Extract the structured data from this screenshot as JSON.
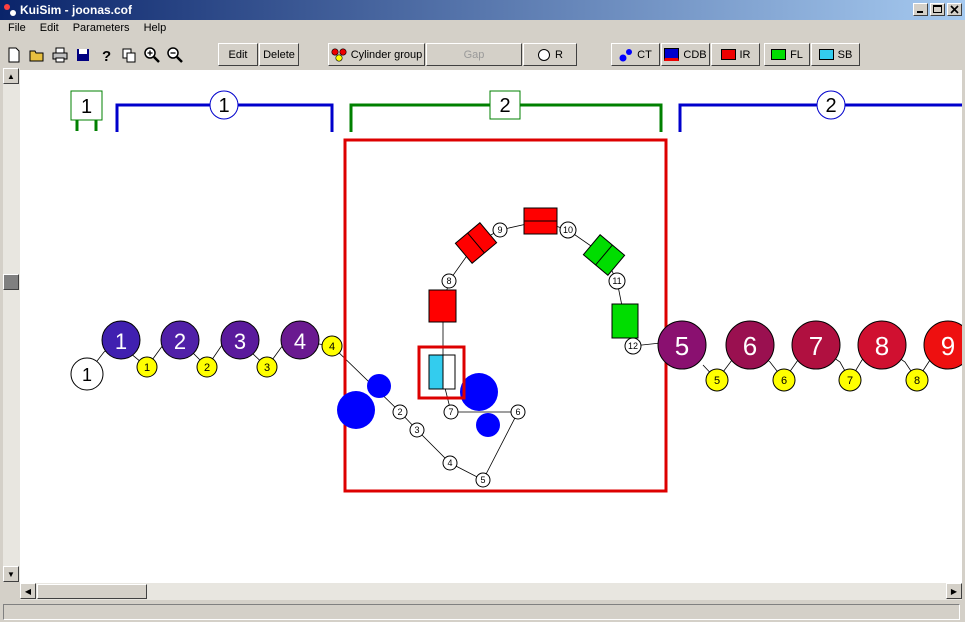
{
  "window": {
    "title": "KuiSim - joonas.cof"
  },
  "menu": [
    "File",
    "Edit",
    "Parameters",
    "Help"
  ],
  "toolbar": {
    "edit": "Edit",
    "delete": "Delete",
    "cylinder_group": "Cylinder group",
    "gap": "Gap",
    "r": "R",
    "ct": "CT",
    "cdb": "CDB",
    "ir": "IR",
    "fl": "FL",
    "sb": "SB"
  },
  "colors": {
    "ct": "#0000ff",
    "cdb": "#0000cc",
    "ir": "#ff0000",
    "fl": "#00dd00",
    "sb": "#33ccee",
    "group": "#0000cc",
    "section": "#008000",
    "selection": "#dd0000"
  },
  "diagram": {
    "section_labels": [
      "1",
      "1",
      "2",
      "2"
    ],
    "cylinders_left": [
      "1",
      "2",
      "3",
      "4"
    ],
    "cylinders_right": [
      "5",
      "6",
      "7",
      "8",
      "9"
    ],
    "white_cylinder": "1",
    "small_left": [
      "1",
      "2",
      "3",
      "4"
    ],
    "small_right": [
      "5",
      "6",
      "7",
      "8"
    ],
    "path_nodes": [
      "2",
      "3",
      "4",
      "5",
      "6",
      "7",
      "8",
      "9",
      "10",
      "11",
      "12"
    ]
  }
}
